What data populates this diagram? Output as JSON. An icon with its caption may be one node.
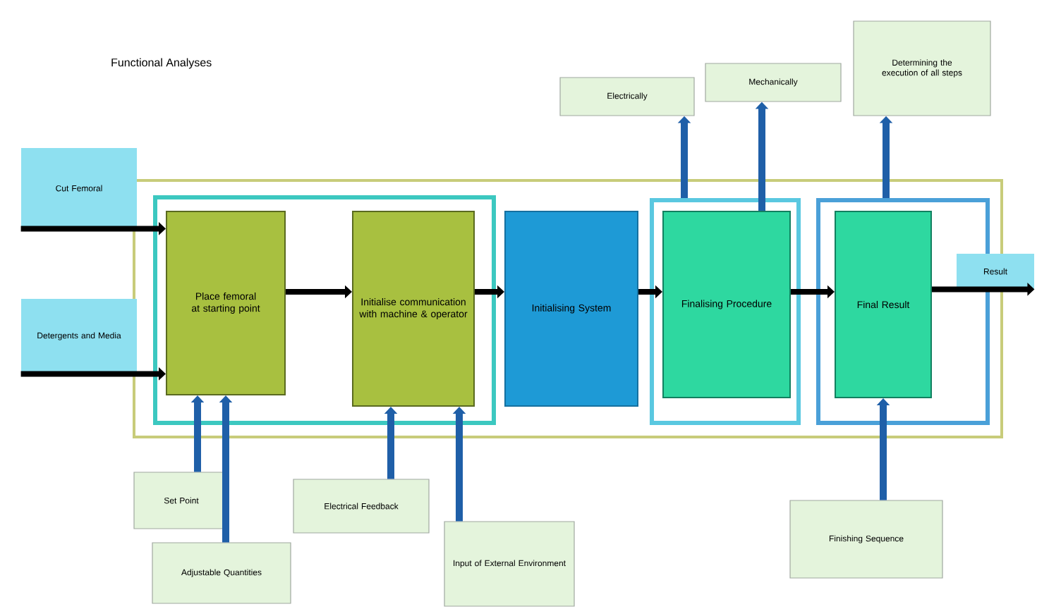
{
  "diagram": {
    "title": "Functional Analyses",
    "nodes": [
      {
        "text": [],
        "shape": "box"
      },
      {
        "text": [],
        "shape": "box",
        "in": 0
      },
      {
        "text": [
          "Place femoral at starting point"
        ],
        "in": 1
      },
      {
        "text": [
          "Initialise communication with machine & operator"
        ],
        "in": 1
      },
      {
        "text": [
          "Initialising System"
        ],
        "in": 0
      },
      {
        "text": [],
        "shape": "box",
        "in": 0
      },
      {
        "text": [
          "Finalising Procedure"
        ],
        "in": 5
      },
      {
        "text": [],
        "shape": "box",
        "in": 0
      },
      {
        "text": [
          "Final Result"
        ],
        "in": 7
      },
      {
        "text": [
          "Cut Femoral"
        ]
      },
      {
        "text": [
          "Detergents and Media"
        ]
      },
      {
        "text": [
          "Result"
        ]
      },
      {
        "text": [
          "Electrically"
        ]
      },
      {
        "text": [
          "Mechanically"
        ]
      },
      {
        "text": [
          "Determining the execution of all steps"
        ]
      },
      {
        "text": [
          "Set Point"
        ]
      },
      {
        "text": [
          "Adjustable Quantities"
        ]
      },
      {
        "text": [
          "Electrical Feedback"
        ]
      },
      {
        "text": [
          "Input of External Environment"
        ]
      },
      {
        "text": [
          "Finishing Sequence"
        ]
      }
    ],
    "edges": [
      {
        "from": 9,
        "to": 2,
        "arrow": "to",
        "color": "#000000"
      },
      {
        "from": 10,
        "to": 2,
        "arrow": "to",
        "color": "#000000"
      },
      {
        "from": 2,
        "to": 3,
        "arrow": "to",
        "color": "#000000"
      },
      {
        "from": 3,
        "to": 4,
        "arrow": "to",
        "color": "#000000"
      },
      {
        "from": 4,
        "to": 6,
        "arrow": "to",
        "color": "#000000"
      },
      {
        "from": 6,
        "to": 8,
        "arrow": "to",
        "color": "#000000"
      },
      {
        "from": 8,
        "to": 11,
        "arrow": "to",
        "color": "#000000"
      },
      {
        "from": 5,
        "to": 12,
        "arrow": "to"
      },
      {
        "from": 6,
        "to": 13,
        "arrow": "to"
      },
      {
        "from": 7,
        "to": 14,
        "arrow": "to"
      },
      {
        "from": 15,
        "to": 2,
        "arrow": "to"
      },
      {
        "from": 16,
        "to": 2,
        "arrow": "to"
      },
      {
        "from": 17,
        "to": 3,
        "arrow": "to"
      },
      {
        "from": 18,
        "to": 3,
        "arrow": "to"
      },
      {
        "from": 19,
        "to": 8,
        "arrow": "to"
      }
    ]
  }
}
